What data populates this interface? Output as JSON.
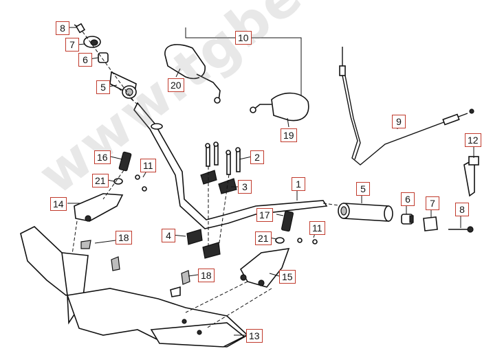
{
  "watermark": "www.tgbersatzteile.de",
  "callouts": [
    {
      "id": "c8a",
      "label": "8"
    },
    {
      "id": "c7a",
      "label": "7"
    },
    {
      "id": "c6a",
      "label": "6"
    },
    {
      "id": "c5a",
      "label": "5"
    },
    {
      "id": "c10",
      "label": "10"
    },
    {
      "id": "c20",
      "label": "20"
    },
    {
      "id": "c19",
      "label": "19"
    },
    {
      "id": "c9",
      "label": "9"
    },
    {
      "id": "c12",
      "label": "12"
    },
    {
      "id": "c16",
      "label": "16"
    },
    {
      "id": "c2",
      "label": "2"
    },
    {
      "id": "c11a",
      "label": "11"
    },
    {
      "id": "c21a",
      "label": "21"
    },
    {
      "id": "c3",
      "label": "3"
    },
    {
      "id": "c1",
      "label": "1"
    },
    {
      "id": "c14",
      "label": "14"
    },
    {
      "id": "c5b",
      "label": "5"
    },
    {
      "id": "c6b",
      "label": "6"
    },
    {
      "id": "c7b",
      "label": "7"
    },
    {
      "id": "c8b",
      "label": "8"
    },
    {
      "id": "c17",
      "label": "17"
    },
    {
      "id": "c4",
      "label": "4"
    },
    {
      "id": "c11b",
      "label": "11"
    },
    {
      "id": "c18a",
      "label": "18"
    },
    {
      "id": "c21b",
      "label": "21"
    },
    {
      "id": "c18b",
      "label": "18"
    },
    {
      "id": "c15",
      "label": "15"
    },
    {
      "id": "c13",
      "label": "13"
    }
  ]
}
